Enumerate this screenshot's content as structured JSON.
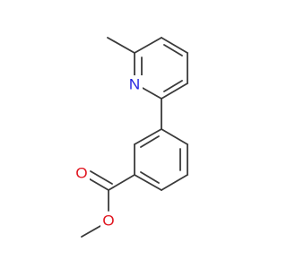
{
  "molecule": {
    "atoms": {
      "n_label": "N",
      "carbonyl_o_label": "O",
      "ester_o_label": "O"
    },
    "colors": {
      "bond": "#3a3a3a",
      "nitrogen": "#1f1fe0",
      "oxygen": "#e0141e",
      "background": "#ffffff"
    }
  }
}
